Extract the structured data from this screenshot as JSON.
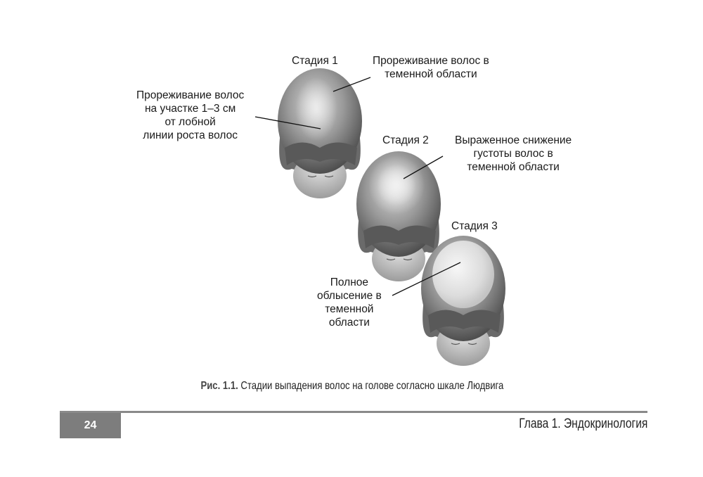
{
  "figure": {
    "stage1": {
      "title": "Стадия 1",
      "note_top": "Прореживание волос в\nтеменной области",
      "note_left": "Прореживание волос\nна участке 1–3 см\nот лобной\nлинии роста волос"
    },
    "stage2": {
      "title": "Стадия 2",
      "note": "Выраженное снижение\nгустоты волос в\nтеменной области"
    },
    "stage3": {
      "title": "Стадия 3",
      "note": "Полное\nоблысение в\nтеменной\nобласти"
    }
  },
  "caption": {
    "label": "Рис. 1.1.",
    "text": " Стадии выпадения волос на голове согласно шкале Людвига"
  },
  "footer": {
    "page_number": "24",
    "chapter": "Глава 1. Эндокринология"
  }
}
